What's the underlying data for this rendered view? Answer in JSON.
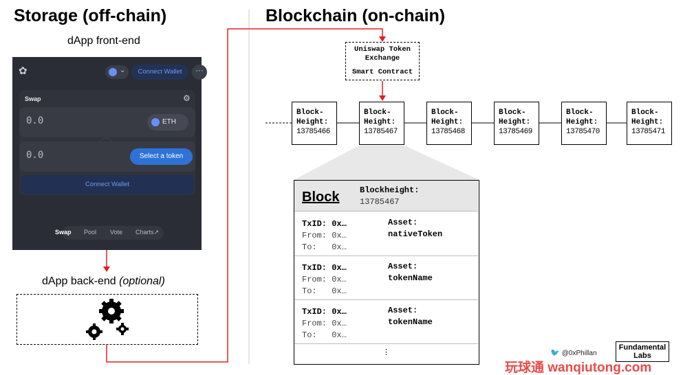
{
  "storage": {
    "title": "Storage (off-chain)",
    "frontend_label": "dApp front-end",
    "backend_label": "dApp back-end",
    "backend_optional": "(optional)"
  },
  "dapp": {
    "connect_wallet_top": "Connect Wallet",
    "more": "···",
    "swap_title": "Swap",
    "input_amount": "0.0",
    "input_token": "ETH",
    "output_amount": "0.0",
    "select_token": "Select a token",
    "connect_wallet_main": "Connect Wallet",
    "nav": [
      "Swap",
      "Pool",
      "Vote",
      "Charts↗"
    ]
  },
  "blockchain": {
    "title": "Blockchain (on-chain)",
    "contract": [
      "Uniswap Token",
      "Exchange",
      "Smart Contract"
    ],
    "block_label_1": "Block-",
    "block_label_2": "Height:",
    "heights": [
      "13785466",
      "13785467",
      "13785468",
      "13785469",
      "13785470",
      "13785471"
    ]
  },
  "block_detail": {
    "title": "Block",
    "height_label": "Blockheight:",
    "height_value": "13785467",
    "transactions": [
      {
        "txid_label": "TxID:",
        "txid": "0x…",
        "from_label": "From:",
        "from": "0x…",
        "to_label": "To:",
        "to": "0x…",
        "asset_label": "Asset:",
        "asset": "nativeToken"
      },
      {
        "txid_label": "TxID:",
        "txid": "0x…",
        "from_label": "From:",
        "from": "0x…",
        "to_label": "To:",
        "to": "0x…",
        "asset_label": "Asset:",
        "asset": "tokenName"
      },
      {
        "txid_label": "TxID:",
        "txid": "0x…",
        "from_label": "From:",
        "from": "0x…",
        "to_label": "To:",
        "to": "0x…",
        "asset_label": "Asset:",
        "asset": "tokenName"
      }
    ],
    "more": "⋮"
  },
  "credits": {
    "handle": "@0xPhillan",
    "brand_1": "Fundamental",
    "brand_2": "Labs",
    "watermark": "玩球通 wanqiutong.com"
  },
  "colors": {
    "arrow": "#e02020",
    "panel_bg": "#2a2d35",
    "accent_blue": "#2e72d8",
    "watermark": "#e53935"
  }
}
